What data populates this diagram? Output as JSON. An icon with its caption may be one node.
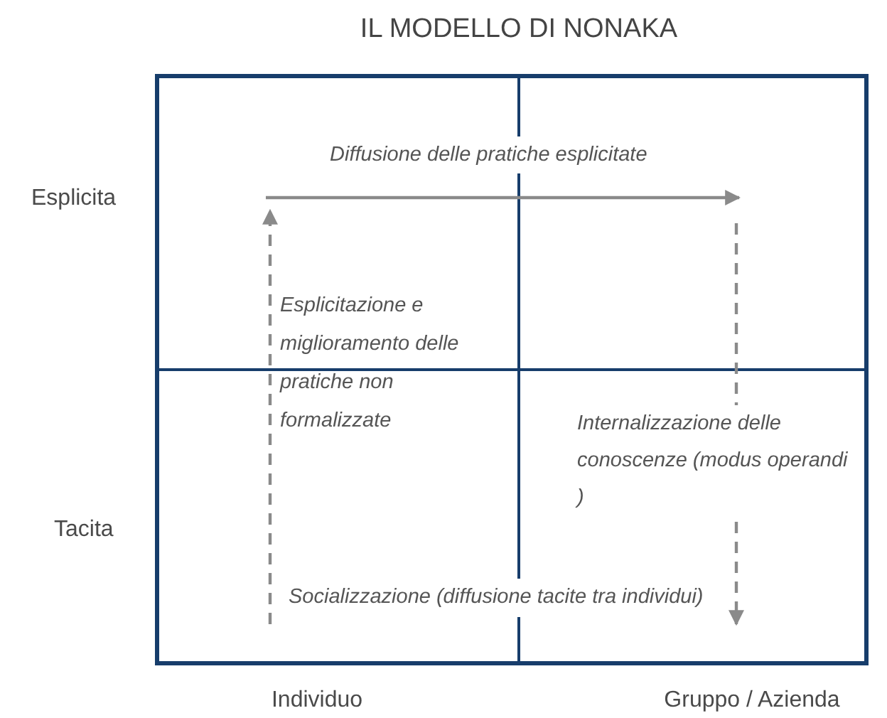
{
  "diagram": {
    "title": "IL MODELLO DI NONAKA",
    "nodes": [
      {
        "text": [],
        "shape": "box",
        "beside": [
          "Esplicita"
        ]
      },
      {
        "text": [],
        "shape": "box"
      },
      {
        "text": [],
        "shape": "box",
        "beside": [
          "Tacita",
          "Individuo"
        ]
      },
      {
        "text": [],
        "shape": "box",
        "beside": [
          "Gruppo / Azienda"
        ]
      }
    ],
    "edges": [
      {
        "from": 0,
        "to": 1,
        "arrow": "to",
        "label": "Diffusione delle pratiche esplicitate"
      },
      {
        "from": 2,
        "to": 0,
        "arrow": "to",
        "label": "Esplicitazione e miglioramento delle pratiche non formalizzate",
        "style": "dashed"
      },
      {
        "from": 1,
        "to": 3,
        "arrow": "to",
        "label": "Internalizzazione delle conoscenze (modus operandi )",
        "style": "dashed"
      }
    ],
    "labels": [
      "Socializzazione (diffusione tacite tra individui)"
    ]
  }
}
